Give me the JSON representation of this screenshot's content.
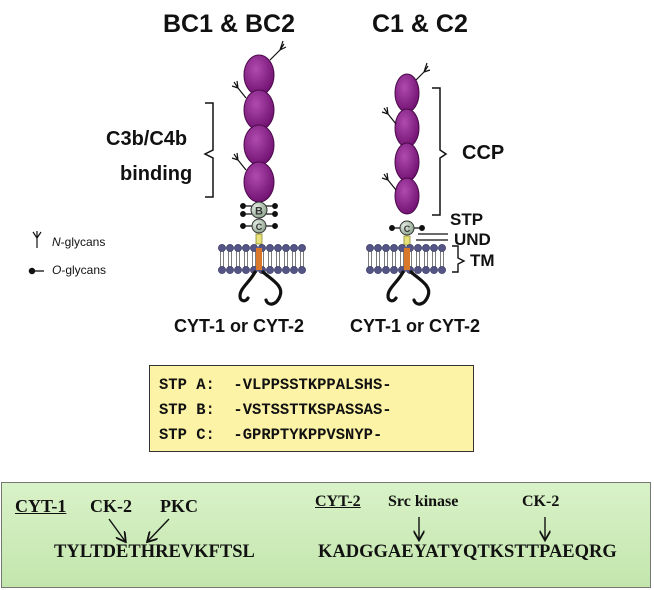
{
  "headings": {
    "left": "BC1 & BC2",
    "right": "C1 & C2"
  },
  "left_structure": {
    "bracket_label_1": "C3b/C4b",
    "bracket_label_2": "binding",
    "domain_b": "B",
    "domain_c": "C",
    "caption": "CYT-1 or CYT-2"
  },
  "right_structure": {
    "ccp_label": "CCP",
    "stp_label": "STP",
    "und_label": "UND",
    "tm_label": "TM",
    "domain_c": "C",
    "caption": "CYT-1 or CYT-2"
  },
  "legend": {
    "n_glycans_italic": "N",
    "n_glycans_rest": "-glycans",
    "o_glycans_italic": "O",
    "o_glycans_rest": "-glycans"
  },
  "stp_table": [
    {
      "name": "STP A:",
      "sequence": "-VLPPSSTKPPALSHS-"
    },
    {
      "name": "STP B:",
      "sequence": "-VSTSSTTKSPASSAS-"
    },
    {
      "name": "STP C:",
      "sequence": "-GPRPTYKPPVSNYP-"
    }
  ],
  "cyt1": {
    "title": "CYT-1",
    "kinase_1": "CK-2",
    "kinase_2": "PKC",
    "sequence": "TYLTDETHREVKFTSL"
  },
  "cyt2": {
    "title": "CYT-2",
    "kinase_1": "Src kinase",
    "kinase_2": "CK-2",
    "sequence": "KADGGAEYATYQTKSTTPAEQRG"
  },
  "colors": {
    "ccp_domain": "#8a1a8a",
    "membrane_head": "#545487",
    "tm_segment": "#d9782a",
    "und_segment": "#e8e07a",
    "stp_bead": "#aebfae",
    "stp_box_bg": "#fdf3a6",
    "cyt_box_bg": "#c9eab5"
  }
}
